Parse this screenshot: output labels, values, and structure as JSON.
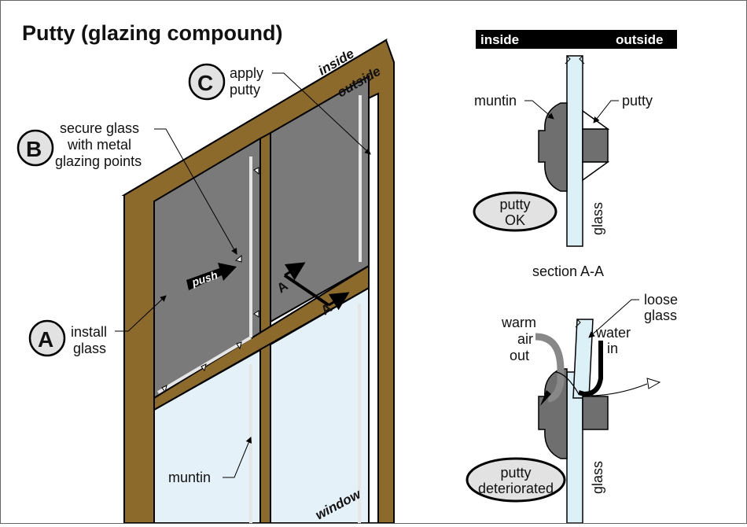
{
  "title": "Putty (glazing compound)",
  "frame_labels": {
    "inside": "inside",
    "outside": "outside",
    "window": "window"
  },
  "steps": [
    {
      "letter": "A",
      "lines": [
        "install",
        "glass"
      ]
    },
    {
      "letter": "B",
      "lines": [
        "secure glass",
        "with metal",
        "glazing points"
      ]
    },
    {
      "letter": "C",
      "lines": [
        "apply",
        "putty"
      ]
    }
  ],
  "push_label": "push",
  "section_mark": "A",
  "muntin_label": "muntin",
  "section": {
    "header_inside": "inside",
    "header_outside": "outside",
    "muntin": "muntin",
    "putty": "putty",
    "glass": "glass",
    "badge_ok": [
      "putty",
      "OK"
    ],
    "caption": "section A-A",
    "loose_glass": [
      "loose",
      "glass"
    ],
    "warm_air": [
      "warm",
      "air",
      "out"
    ],
    "water": [
      "water",
      "in"
    ],
    "badge_bad": [
      "putty",
      "deteriorated"
    ]
  },
  "colors": {
    "wood": "#8b6a2b",
    "wood_dark": "#5e4516",
    "glass_upper": "#7a7a7a",
    "glass_lower": "#e4f1f8",
    "muntin_gray": "#6f6f6f"
  }
}
